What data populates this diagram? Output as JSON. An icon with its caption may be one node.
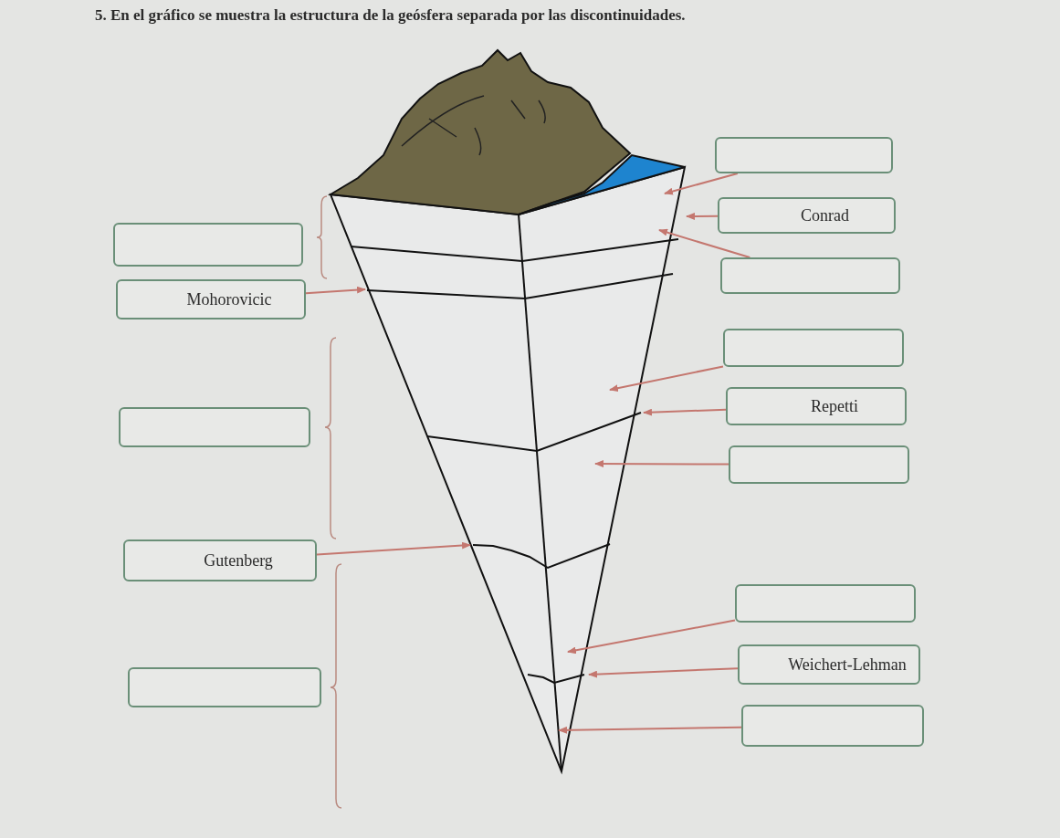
{
  "diagram": {
    "title": "5. En el gráfico se muestra la estructura de la geósfera separada por las discontinuidades.",
    "nodes": [
      {
        "text": [],
        "shape": "box"
      },
      {
        "text": [
          "Conrad"
        ]
      },
      {
        "text": [],
        "shape": "box"
      },
      {
        "text": [],
        "shape": "box"
      },
      {
        "text": [
          "Mohorovicic"
        ]
      },
      {
        "text": [],
        "shape": "box"
      },
      {
        "text": [
          "Repetti"
        ]
      },
      {
        "text": [],
        "shape": "box"
      },
      {
        "text": [],
        "shape": "box"
      },
      {
        "text": [
          "Gutenberg"
        ]
      },
      {
        "text": [],
        "shape": "box"
      },
      {
        "text": [
          "Weichert-Lehman"
        ]
      },
      {
        "text": [],
        "shape": "box"
      },
      {
        "text": [],
        "shape": "box"
      }
    ],
    "edges": [
      {
        "from": 0,
        "to": null,
        "arrow": "to"
      },
      {
        "from": 1,
        "to": null,
        "arrow": "to"
      },
      {
        "from": 3,
        "to": null,
        "arrow": "to"
      },
      {
        "from": 4,
        "to": null,
        "arrow": "to"
      },
      {
        "from": 5,
        "to": null,
        "arrow": "to"
      },
      {
        "from": 6,
        "to": null,
        "arrow": "to"
      },
      {
        "from": 8,
        "to": null,
        "arrow": "to"
      },
      {
        "from": 9,
        "to": null,
        "arrow": "to"
      },
      {
        "from": 10,
        "to": null,
        "arrow": "to"
      },
      {
        "from": 11,
        "to": null,
        "arrow": "to"
      },
      {
        "from": 13,
        "to": null,
        "arrow": "to"
      }
    ]
  }
}
